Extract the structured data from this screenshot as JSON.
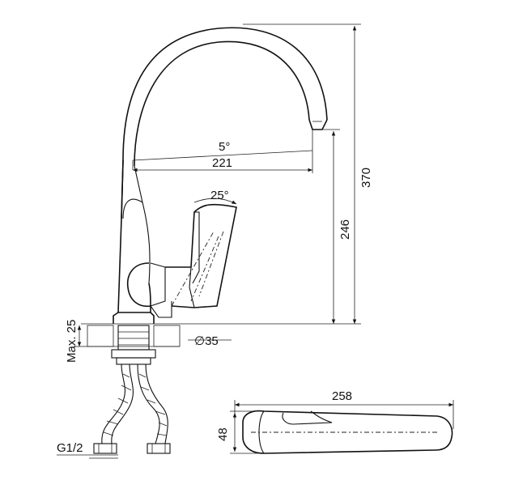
{
  "dimensions": {
    "angle_spout": "5°",
    "reach": "221",
    "angle_lever": "25°",
    "height_outlet": "246",
    "height_total": "370",
    "deck_thickness": "Max. 25",
    "hole_diameter": "∅35",
    "hose_thread": "G1/2",
    "plan_length": "258",
    "plan_width": "48"
  }
}
